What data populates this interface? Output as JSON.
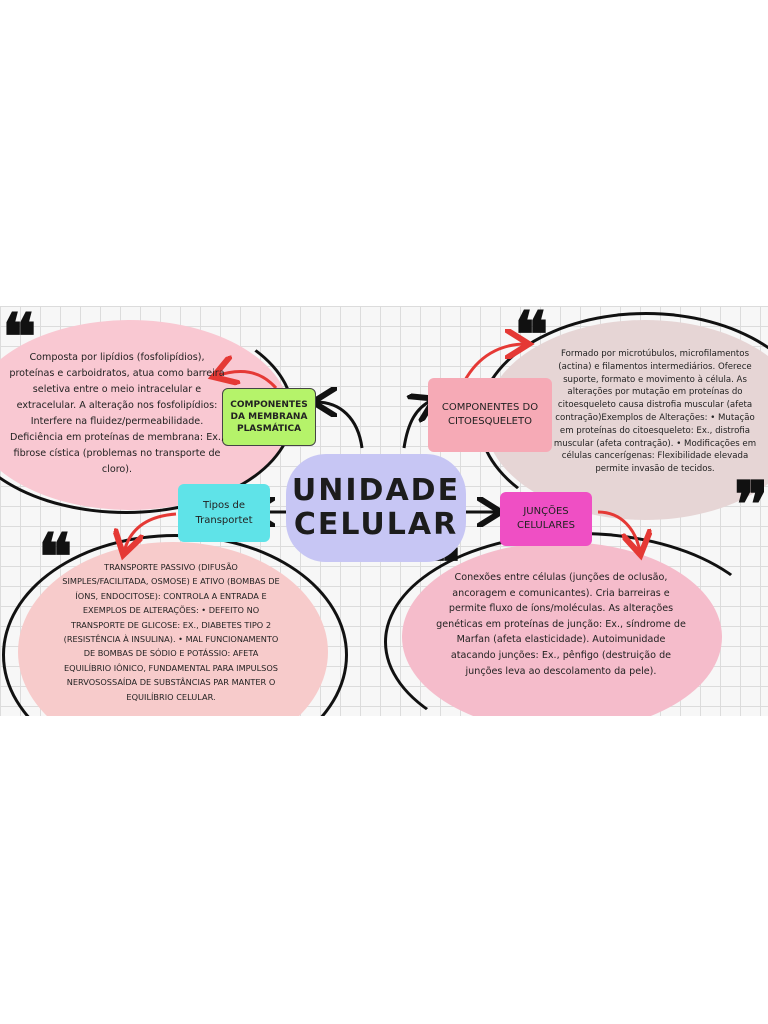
{
  "center": {
    "line1": "UNIDADE",
    "line2": "CELULAR"
  },
  "nodes": {
    "membrana": {
      "label": "COMPONENTES DA MEMBRANA PLASMÁTICA"
    },
    "citoesqueleto": {
      "label": "COMPONENTES DO CITOESQUELETO"
    },
    "transporte": {
      "label": "Tipos de Transportet"
    },
    "juncoes": {
      "label": "JUNÇÕES CELULARES"
    }
  },
  "notes": {
    "membrana": "Composta por lipídios (fosfolipídios), proteínas e carboidratos, atua como barreira seletiva entre o meio intracelular e extracelular. A alteração nos fosfolipídios: Interfere na fluidez/permeabilidade. Deficiência em proteínas de membrana: Ex., fibrose cística (problemas no transporte de cloro).",
    "citoesqueleto": "Formado por microtúbulos, microfilamentos (actina) e filamentos intermediários. Oferece suporte, formato e movimento à célula. As alterações por mutação em proteínas do citoesqueleto causa distrofia muscular (afeta contração)Exemplos de Alterações: • Mutação em proteínas do citoesqueleto: Ex., distrofia muscular (afeta contração). • Modificações em células cancerígenas: Flexibilidade elevada permite invasão de tecidos.",
    "transporte": "TRANSPORTE PASSIVO (DIFUSÃO SIMPLES/FACILITADA, OSMOSE) E ATIVO (BOMBAS DE ÍONS, ENDOCITOSE): CONTROLA A ENTRADA E EXEMPLOS DE ALTERAÇÕES: • DEFEITO NO TRANSPORTE DE GLICOSE: EX., DIABETES TIPO 2 (RESISTÊNCIA À INSULINA). • MAL FUNCIONAMENTO DE BOMBAS DE SÓDIO E POTÁSSIO: AFETA EQUILÍBRIO IÔNICO, FUNDAMENTAL PARA IMPULSOS NERVOSOSSAÍDA DE SUBSTÂNCIAS PAR MANTER O EQUILÍBRIO CELULAR.",
    "juncoes": "Conexões entre células (junções de oclusão, ancoragem e comunicantes). Cria barreiras e permite fluxo de íons/moléculas. As alterações genéticas em proteínas de junção: Ex., síndrome de Marfan (afeta elasticidade). Autoimunidade atacando junções: Ex., pênfigo (destruição de junções leva ao descolamento da pele)."
  },
  "quote_marks": {
    "open": "❝",
    "close": "❞"
  },
  "colors": {
    "center": "#c7c6f4",
    "membrana_node": "#b5f36a",
    "citoesqueleto_node": "#f6aab6",
    "transporte_node": "#5fe3e8",
    "juncoes_node": "#ef4fc4",
    "membrana_blob": "#f9c8d2",
    "citoesqueleto_blob": "#e6d5d5",
    "transporte_blob": "#f7cbcb",
    "juncoes_blob": "#f5bccb",
    "arrow_red": "#e53935"
  }
}
